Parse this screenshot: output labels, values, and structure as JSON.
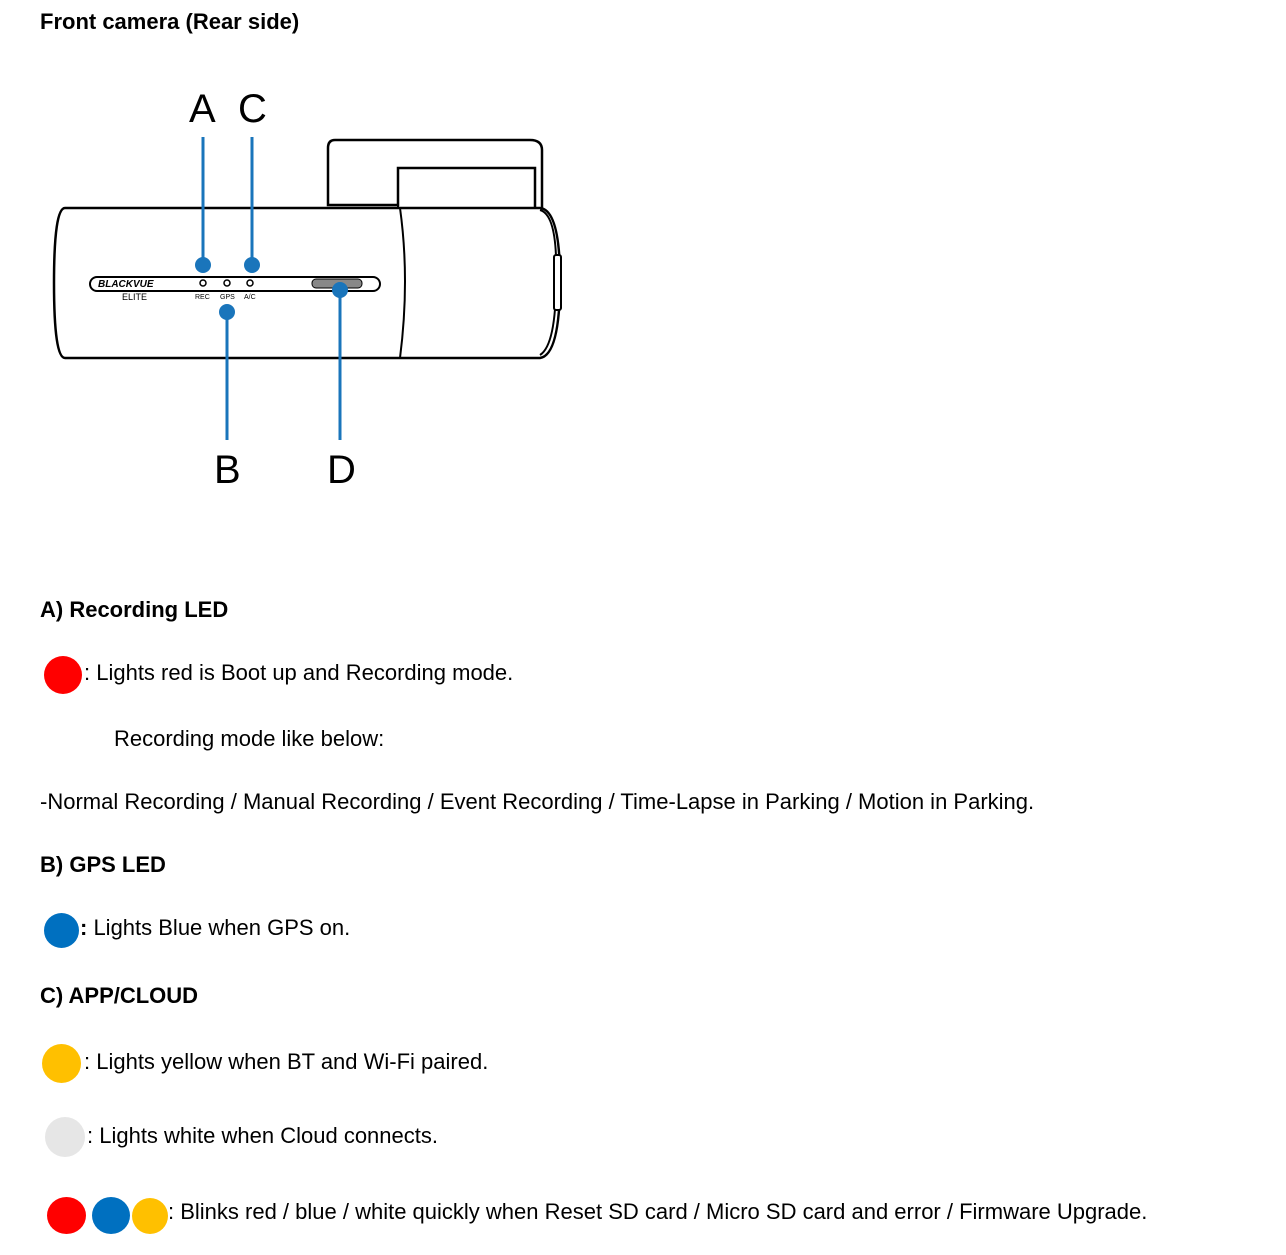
{
  "heading": "Front camera (Rear side)",
  "diagram": {
    "callouts": {
      "a": "A",
      "b": "B",
      "c": "C",
      "d": "D"
    },
    "brand": "BLACKVUE",
    "model": "ELITE",
    "led_labels": [
      "REC",
      "GPS",
      "A/C"
    ],
    "callout_color": "#1a75bb"
  },
  "sections": {
    "recording": {
      "title": "A) Recording LED",
      "line1": ": Lights red is Boot up and Recording mode.",
      "line2": "Recording mode like below:",
      "line3": "-Normal Recording / Manual Recording / Event Recording / Time-Lapse in Parking / Motion in Parking."
    },
    "gps": {
      "title": "B) GPS LED",
      "line1_colon": ":",
      "line1": " Lights Blue when GPS on."
    },
    "app": {
      "title": "C) APP/CLOUD",
      "yellow": ": Lights yellow when BT and Wi-Fi paired.",
      "white": ": Lights white when Cloud connects.",
      "blink": ": Blinks red / blue / white quickly when Reset SD card / Micro SD card and error / Firmware Upgrade."
    }
  },
  "colors": {
    "red": "#ff0000",
    "blue": "#0070c0",
    "yellow": "#ffc000",
    "white": "#e6e6e6"
  }
}
